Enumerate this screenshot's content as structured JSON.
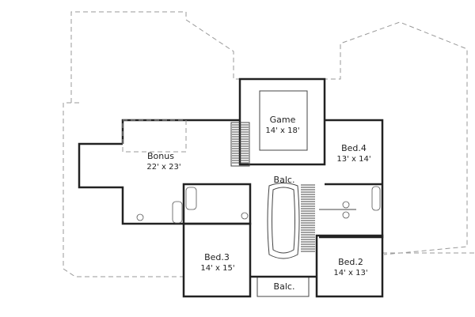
{
  "rooms": [
    {
      "id": "game",
      "name": "Game",
      "size": "14' x 18'"
    },
    {
      "id": "bonus",
      "name": "Bonus",
      "size": "22' x 23'"
    },
    {
      "id": "bed4",
      "name": "Bed.4",
      "size": "13' x 14'"
    },
    {
      "id": "bed3",
      "name": "Bed.3",
      "size": "14' x 15'"
    },
    {
      "id": "bed2",
      "name": "Bed.2",
      "size": "14' x 13'"
    }
  ],
  "balconies": [
    {
      "id": "balc-upper",
      "name": "Balc."
    },
    {
      "id": "balc-lower",
      "name": "Balc."
    }
  ]
}
